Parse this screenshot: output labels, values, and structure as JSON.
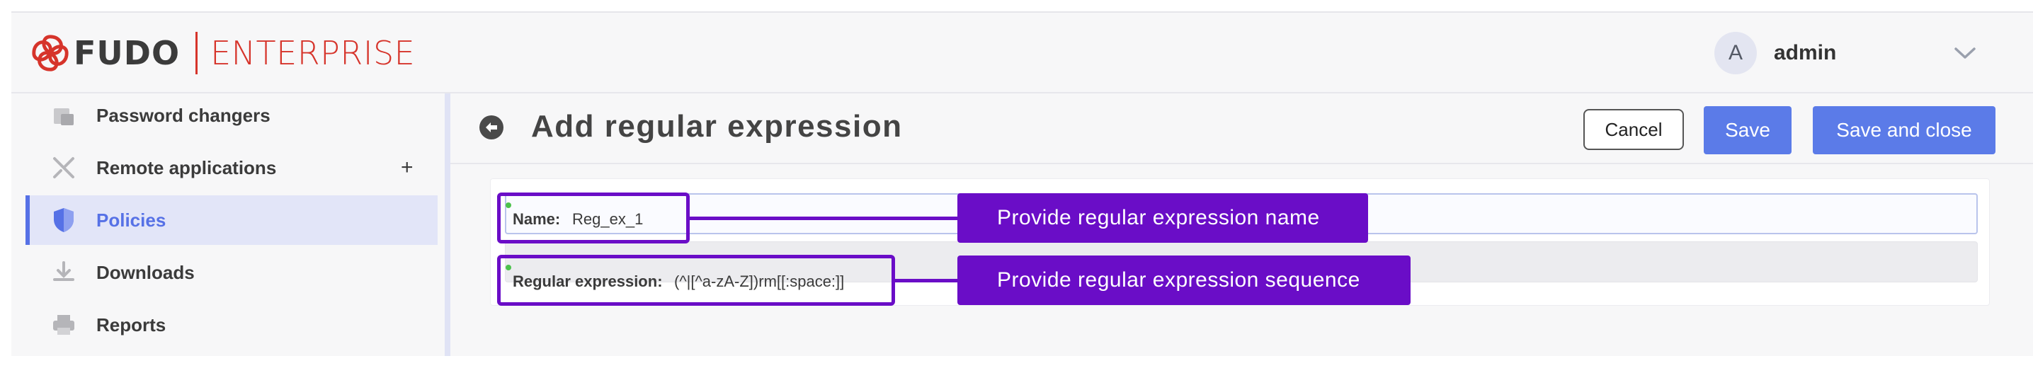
{
  "brand": {
    "name": "FUDO",
    "product": "ENTERPRISE",
    "accent": "#d6342b"
  },
  "user": {
    "avatar_letter": "A",
    "name": "admin"
  },
  "sidebar": {
    "items": [
      {
        "label": "Password changers",
        "icon": "password-changer-icon",
        "active": false,
        "has_add": false
      },
      {
        "label": "Remote applications",
        "icon": "remote-applications-icon",
        "active": false,
        "has_add": true,
        "add_label": "+"
      },
      {
        "label": "Policies",
        "icon": "shield-icon",
        "active": true,
        "has_add": false
      },
      {
        "label": "Downloads",
        "icon": "download-icon",
        "active": false,
        "has_add": false
      },
      {
        "label": "Reports",
        "icon": "printer-icon",
        "active": false,
        "has_add": false
      }
    ]
  },
  "page": {
    "title": "Add regular expression",
    "buttons": {
      "cancel": "Cancel",
      "save": "Save",
      "save_close": "Save and close"
    }
  },
  "form": {
    "name": {
      "label": "Name:",
      "value": "Reg_ex_1"
    },
    "regex": {
      "label": "Regular expression:",
      "value": "(^|[^a-zA-Z])rm[[:space:]]"
    }
  },
  "callouts": {
    "name": "Provide regular expression name",
    "regex": "Provide regular expression sequence",
    "color": "#6a0dc7"
  },
  "colors": {
    "primary": "#5b7be8",
    "active_nav": "#5671e6"
  }
}
